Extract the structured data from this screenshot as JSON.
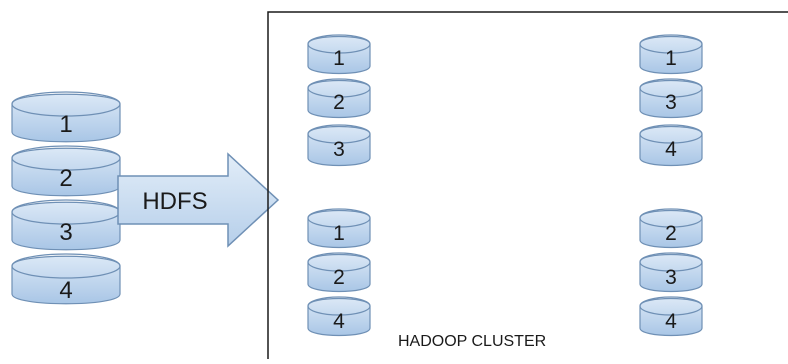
{
  "source_stack": {
    "blocks": [
      "1",
      "2",
      "3",
      "4"
    ]
  },
  "arrow": {
    "label": "HDFS"
  },
  "cluster": {
    "label": "HADOOP CLUSTER",
    "nodes": [
      {
        "blocks": [
          "1",
          "2",
          "3"
        ]
      },
      {
        "blocks": [
          "1",
          "3",
          "4"
        ]
      },
      {
        "blocks": [
          "1",
          "2",
          "4"
        ]
      },
      {
        "blocks": [
          "2",
          "3",
          "4"
        ]
      }
    ]
  },
  "colors": {
    "disk_fill_top": "#dbe8f6",
    "disk_fill_bottom": "#a9c6e6",
    "disk_stroke": "#6f90b5",
    "arrow_fill_top": "#e2edf8",
    "arrow_fill_bottom": "#b6cfea",
    "text": "#1a1a1a"
  }
}
